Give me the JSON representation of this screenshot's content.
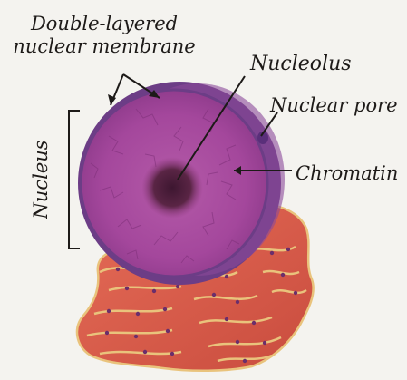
{
  "labels": {
    "membrane_line1": "Double-layered",
    "membrane_line2": "nuclear membrane",
    "nucleolus": "Nucleolus",
    "nuclear_pore": "Nuclear pore",
    "chromatin": "Chromatin",
    "nucleus": "Nucleus"
  },
  "colors": {
    "background": "#f4f3ef",
    "nucleus_fill": "#a4479c",
    "nucleus_rim": "#6c3d86",
    "nucleolus": "#4a1f3a",
    "er_fill": "#d9604e",
    "er_outline": "#e9c37c",
    "ribosome": "#6b2e6b",
    "text": "#1d1a18"
  }
}
